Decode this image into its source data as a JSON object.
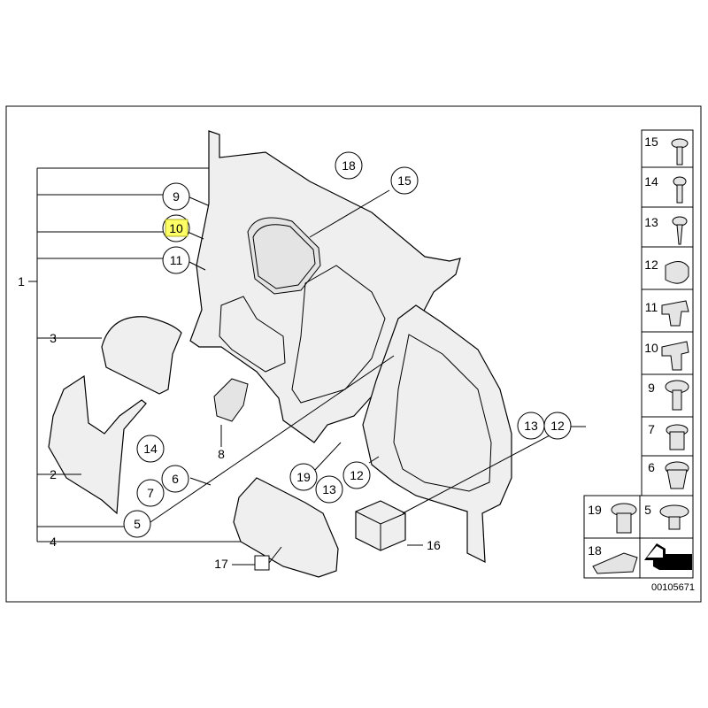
{
  "catalog_number": "00105671",
  "callouts": {
    "c1": "1",
    "c2": "2",
    "c3": "3",
    "c4": "4",
    "c5": "5",
    "c6": "6",
    "c7": "7",
    "c8": "8",
    "c9": "9",
    "c10": "10",
    "c11": "11",
    "c12a": "12",
    "c12b": "12",
    "c13a": "13",
    "c13b": "13",
    "c15": "15",
    "c16": "16",
    "c17": "17",
    "c18": "18",
    "c19": "19"
  },
  "sidebar": {
    "items": [
      "15",
      "14",
      "13",
      "12",
      "11",
      "10",
      "9",
      "7",
      "6",
      "19",
      "5",
      "18"
    ]
  },
  "highlight_color": "#ffff66"
}
